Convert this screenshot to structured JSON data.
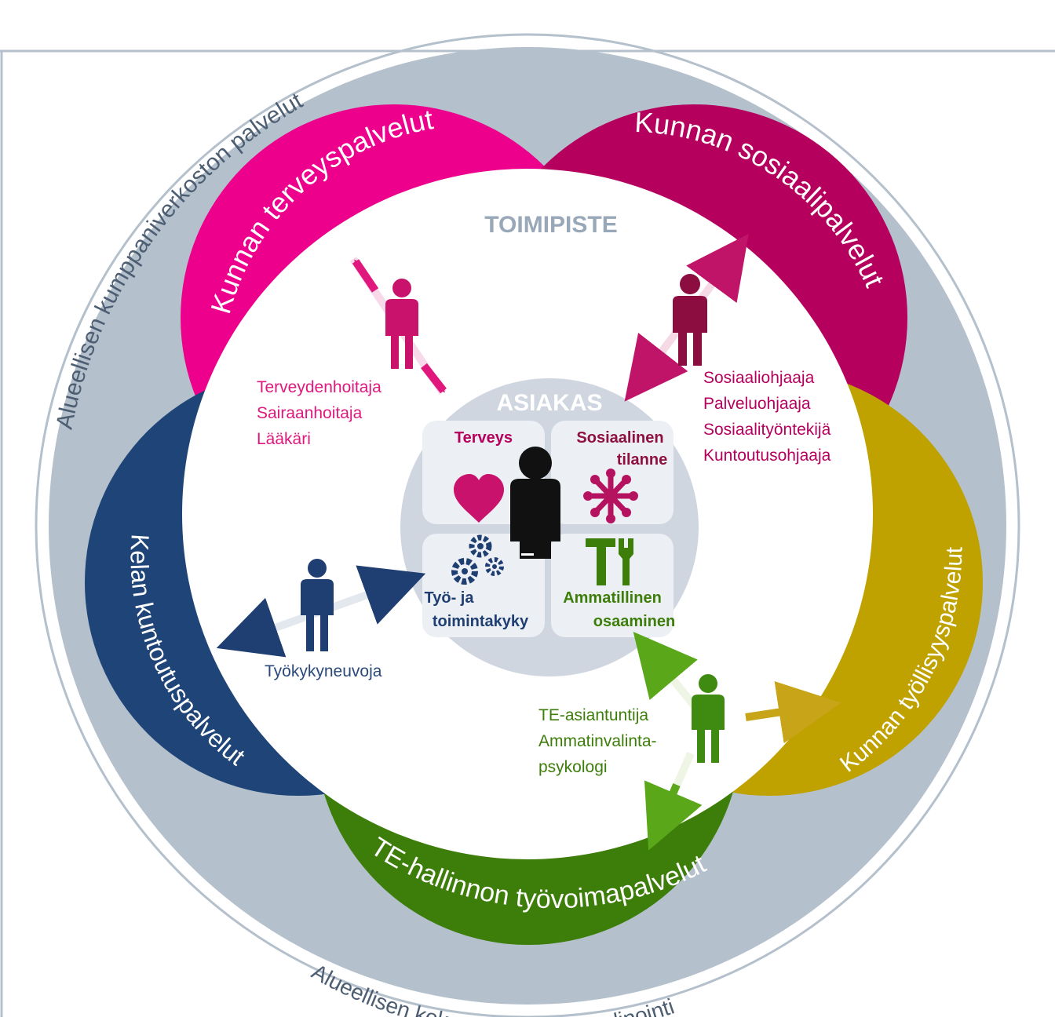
{
  "outer_ring": {
    "top_label": "Alueellisen kumppaniverkoston palvelut",
    "bottom_label": "Alueellisen kokonaisuuden koordinointi"
  },
  "center": {
    "office_label": "TOIMIPISTE",
    "client_label": "ASIAKAS"
  },
  "service_arcs": [
    {
      "label": "Kunnan terveyspalvelut",
      "color": "#ec008c"
    },
    {
      "label": "Kunnan sosiaalipalvelut",
      "color": "#b5005e"
    },
    {
      "label": "Kunnan työllisyyspalvelut",
      "color": "#bfa100"
    },
    {
      "label": "TE-hallinnon työvoimapalvelut",
      "color": "#3d7d0a"
    },
    {
      "label": "Kelan kuntoutuspalvelut",
      "color": "#1f4478"
    }
  ],
  "quadrants": {
    "health": {
      "label": "Terveys",
      "color": "#b5005e",
      "icon": "heart-icon"
    },
    "social": {
      "label_line1": "Sosiaalinen",
      "label_line2": "tilanne",
      "color": "#8e1040",
      "icon": "community-icon"
    },
    "work": {
      "label_line1": "Työ- ja",
      "label_line2": "toimintakyky",
      "color": "#1f3f73",
      "icon": "gears-icon"
    },
    "professional": {
      "label_line1": "Ammatillinen",
      "label_line2": "osaaminen",
      "color": "#3d7d0a",
      "icon": "tools-icon"
    }
  },
  "roles": {
    "health": [
      "Terveydenhoitaja",
      "Sairaanhoitaja",
      "Lääkäri"
    ],
    "social": [
      "Sosiaaliohjaaja",
      "Palveluohjaaja",
      "Sosiaalityöntekijä",
      "Kuntoutusohjaaja"
    ],
    "kela": [
      "Työkykyneuvoja"
    ],
    "te": [
      "TE-asiantuntija",
      "Ammatinvalinta-",
      "psykologi"
    ]
  },
  "colors": {
    "outer_ring": "#b4c0cc",
    "client_disc": "#cfd6df",
    "quadrant_fill": "#eceff3",
    "office_text": "#98a8b8",
    "health_person": "#c8126c",
    "social_person": "#8c0d40",
    "kela_person": "#1f3f73",
    "te_person": "#3f8a10"
  }
}
